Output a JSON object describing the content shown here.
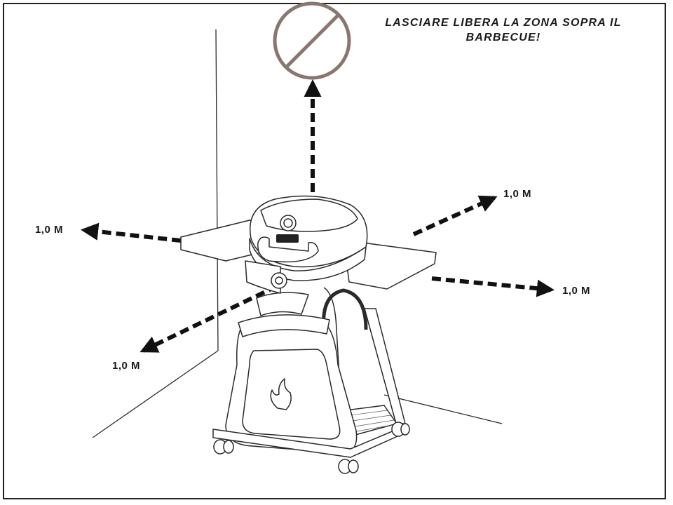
{
  "warning": {
    "line1": "LASCIARE LIBERA LA ZONA SOPRA IL",
    "line2": "BARBECUE!"
  },
  "clearances": {
    "left": "1,0 M",
    "front_left": "1,0 M",
    "back_right": "1,0 M",
    "front_right": "1,0 M"
  },
  "icons": {
    "prohibited": "prohibited-icon",
    "flame": "flame-logo"
  },
  "colors": {
    "prohibited_sign": "#8a7670",
    "line_art": "#2a2a2a"
  }
}
